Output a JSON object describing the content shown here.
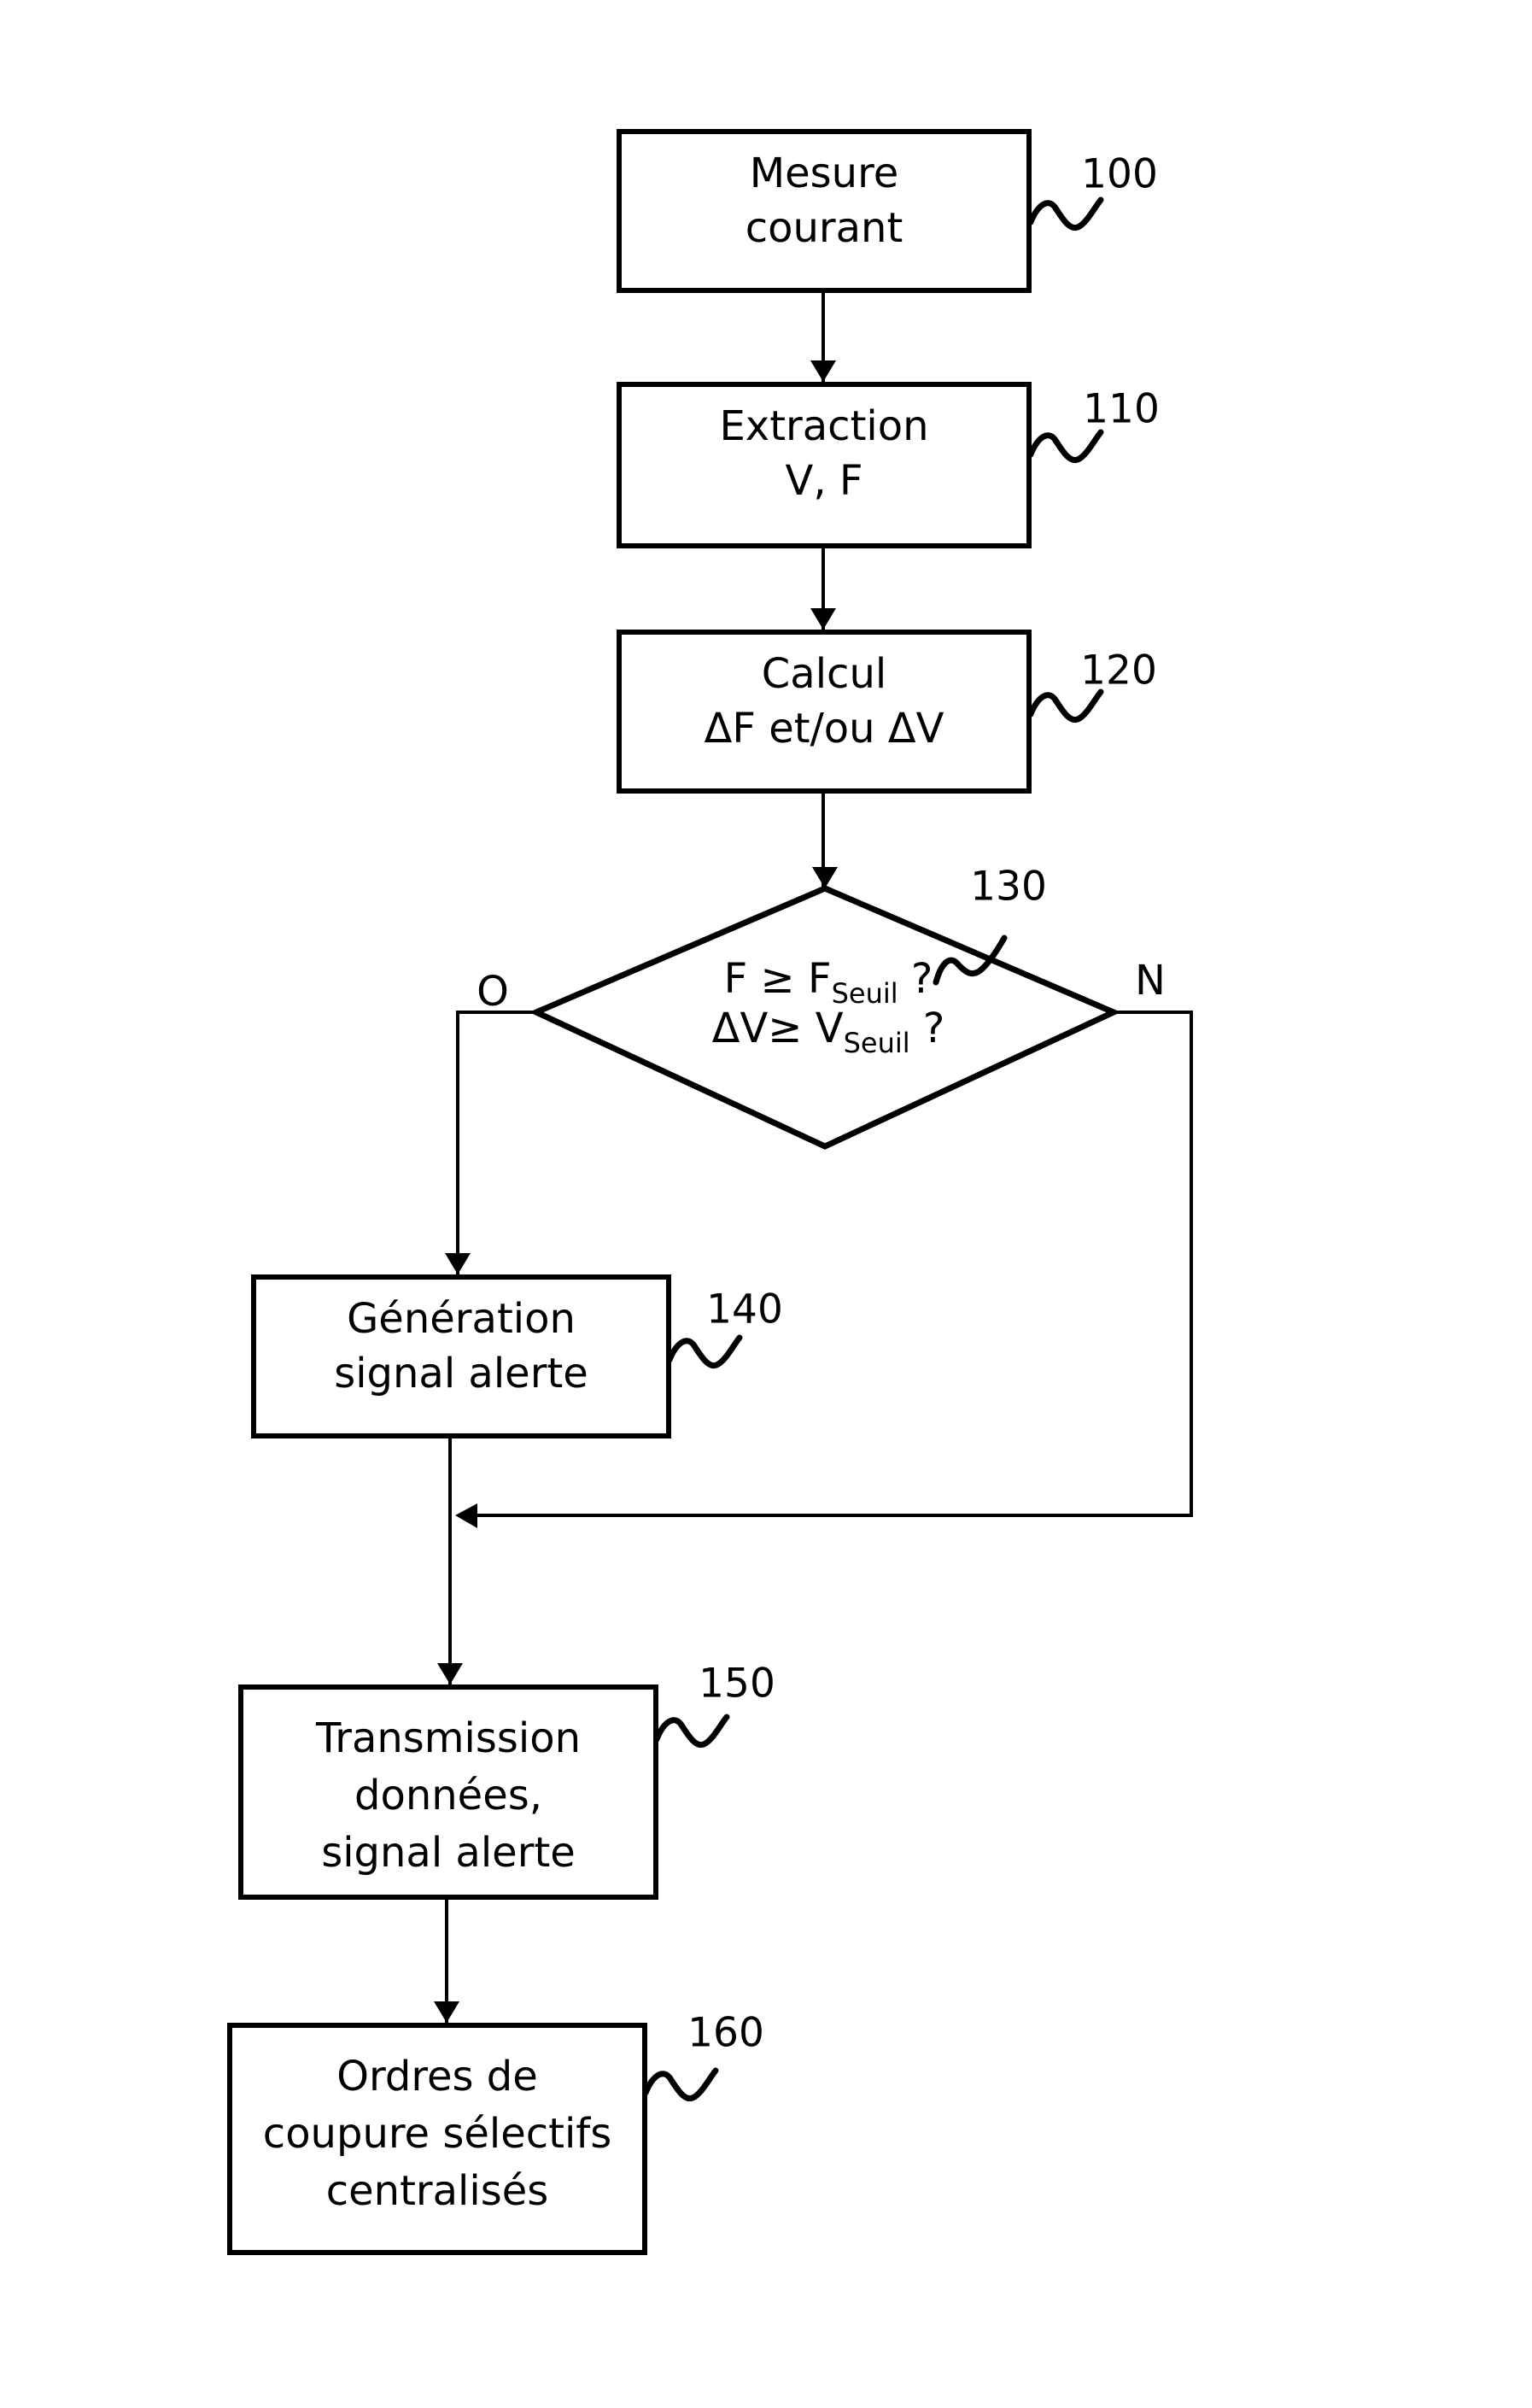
{
  "figure": {
    "colors": {
      "ink": "#000000",
      "paper": "#ffffff"
    },
    "nodes": {
      "n100": {
        "ref": "100",
        "line1": "Mesure",
        "line2": "courant"
      },
      "n110": {
        "ref": "110",
        "line1": "Extraction",
        "line2": "V, F"
      },
      "n120": {
        "ref": "120",
        "line1": "Calcul",
        "line2": "ΔF et/ou ΔV"
      },
      "n140": {
        "ref": "140",
        "line1": "Génération",
        "line2": "signal alerte"
      },
      "n150": {
        "ref": "150",
        "line1": "Transmission",
        "line2": "données,",
        "line3": "signal alerte"
      },
      "n160": {
        "ref": "160",
        "line1": "Ordres de",
        "line2": "coupure sélectifs",
        "line3": "centralisés"
      }
    },
    "decision": {
      "ref": "130",
      "line1_pre": "F ≥ F",
      "line1_sub": "Seuil",
      "line1_post": " ?",
      "line2_pre": "ΔV≥ V",
      "line2_sub": "Seuil",
      "line2_post": " ?",
      "yes_label": "O",
      "no_label": "N"
    }
  }
}
